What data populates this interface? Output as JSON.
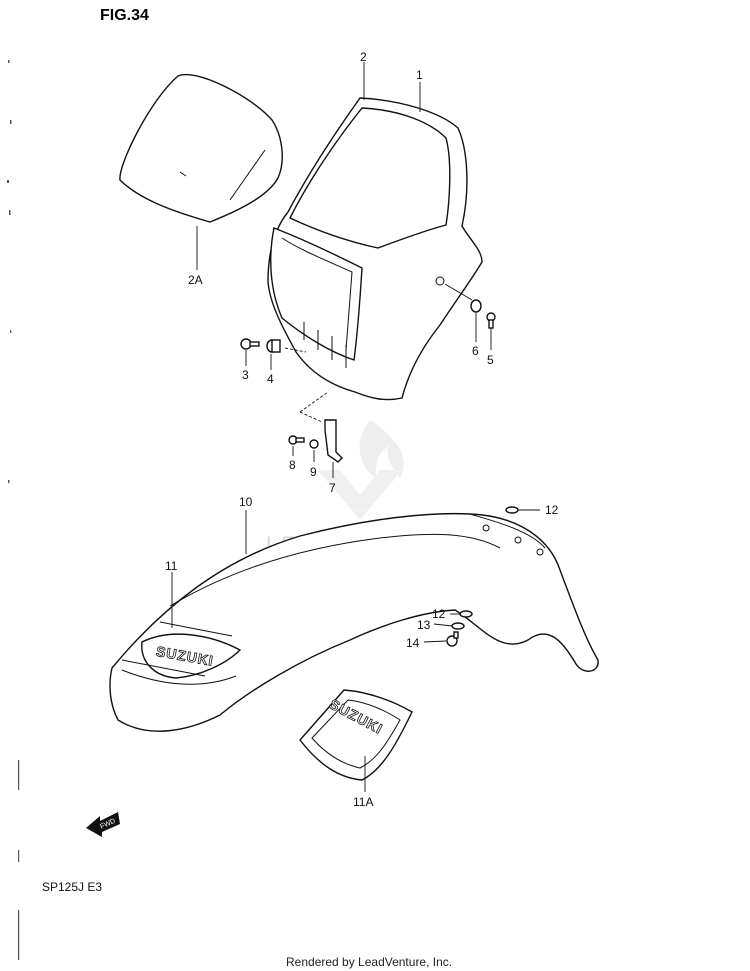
{
  "figure": {
    "title": "FIG.34"
  },
  "model_code": "SP125J  E3",
  "footer": "Rendered by LeadVenture, Inc.",
  "watermark": "LEADVENTURE",
  "arrow_label": "FWD",
  "brand_text": "SUZUKI",
  "callouts": [
    {
      "id": "c1",
      "label": "1"
    },
    {
      "id": "c2",
      "label": "2"
    },
    {
      "id": "c2a",
      "label": "2A"
    },
    {
      "id": "c3",
      "label": "3"
    },
    {
      "id": "c4",
      "label": "4"
    },
    {
      "id": "c5",
      "label": "5"
    },
    {
      "id": "c6",
      "label": "6"
    },
    {
      "id": "c7",
      "label": "7"
    },
    {
      "id": "c8",
      "label": "8"
    },
    {
      "id": "c9",
      "label": "9"
    },
    {
      "id": "c10",
      "label": "10"
    },
    {
      "id": "c11",
      "label": "11"
    },
    {
      "id": "c11a",
      "label": "11A"
    },
    {
      "id": "c12a",
      "label": "12"
    },
    {
      "id": "c12b",
      "label": "12"
    },
    {
      "id": "c13",
      "label": "13"
    },
    {
      "id": "c14",
      "label": "14"
    }
  ]
}
